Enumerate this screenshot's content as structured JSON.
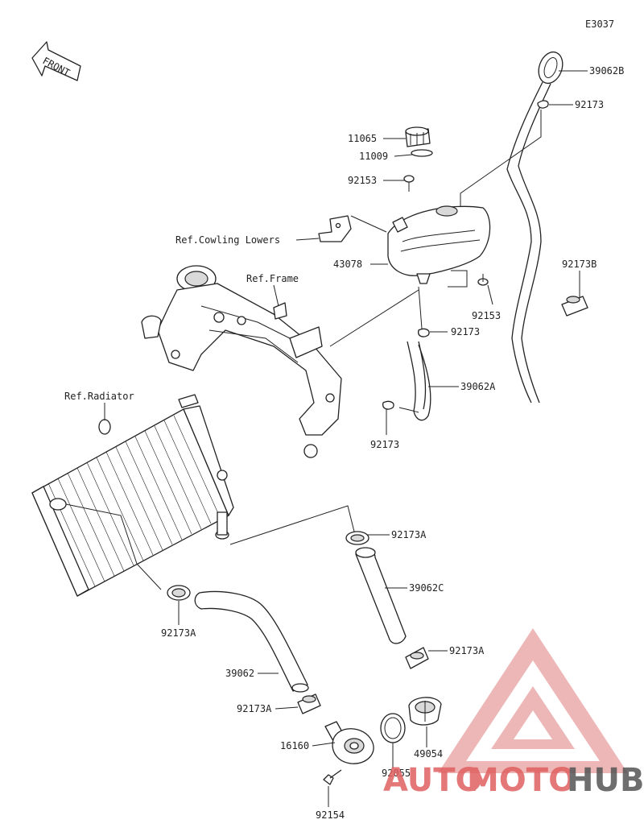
{
  "diagram_code": "E3037",
  "front_arrow": "FRONT",
  "labels": {
    "p39062B": "39062B",
    "p92173_top": "92173",
    "p11065": "11065",
    "p11009": "11009",
    "p92153_top": "92153",
    "ref_cowling": "Ref.Cowling Lowers",
    "p43078": "43078",
    "ref_frame": "Ref.Frame",
    "p92173B": "92173B",
    "p92153_right": "92153",
    "p92173_mid": "92173",
    "p39062A": "39062A",
    "ref_radiator": "Ref.Radiator",
    "p92173_low": "92173",
    "p92173A_right": "92173A",
    "p39062C": "39062C",
    "p92173A_left": "92173A",
    "p92173A_bottom": "92173A",
    "p39062": "39062",
    "p92173A_pump": "92173A",
    "p16160": "16160",
    "p92055": "92055",
    "p49054": "49054",
    "p92154": "92154"
  },
  "watermark": {
    "part1": "AUTO",
    "part2": "MOTO",
    "part3": "HUB",
    "color_red": "#e64a4a",
    "color_gray": "#555555"
  }
}
